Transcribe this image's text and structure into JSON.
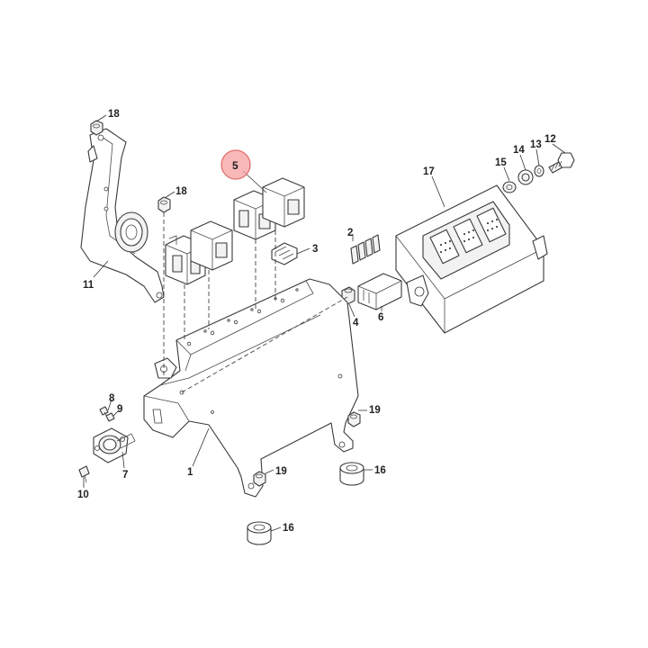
{
  "callouts": {
    "c1": "1",
    "c2": "2",
    "c3": "3",
    "c4": "4",
    "c5": "5",
    "c6": "6",
    "c7": "7",
    "c8": "8",
    "c9": "9",
    "c10": "10",
    "c11": "11",
    "c12": "12",
    "c13": "13",
    "c14": "14",
    "c15": "15",
    "c16a": "16",
    "c16b": "16",
    "c17": "17",
    "c18a": "18",
    "c18b": "18",
    "c19a": "19",
    "c19b": "19"
  },
  "highlight": {
    "callout": "5",
    "color": "#f5a0a0",
    "stroke": "#e06b6b"
  },
  "colors": {
    "line": "#3a3a3a",
    "background": "#ffffff"
  }
}
